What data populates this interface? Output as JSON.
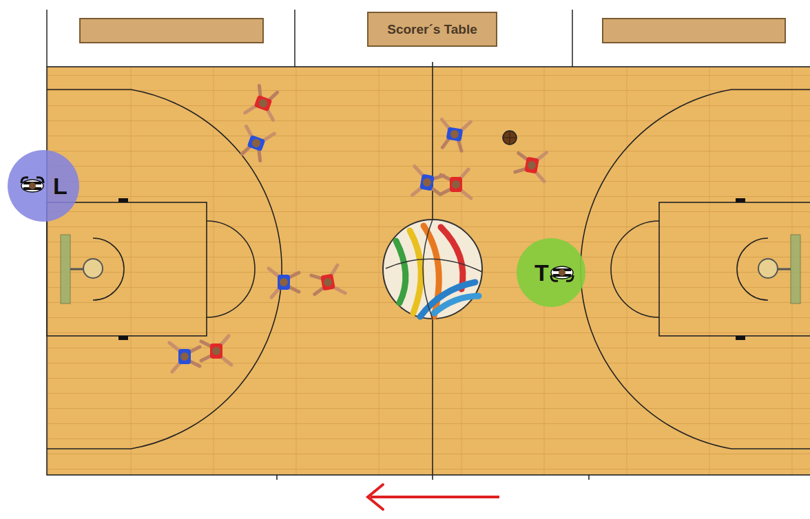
{
  "diagram": {
    "nodes": [
      {
        "text": [
          "Scorer´s Table"
        ]
      },
      {
        "text": [
          "L"
        ]
      },
      {
        "text": [
          "T"
        ]
      }
    ]
  }
}
